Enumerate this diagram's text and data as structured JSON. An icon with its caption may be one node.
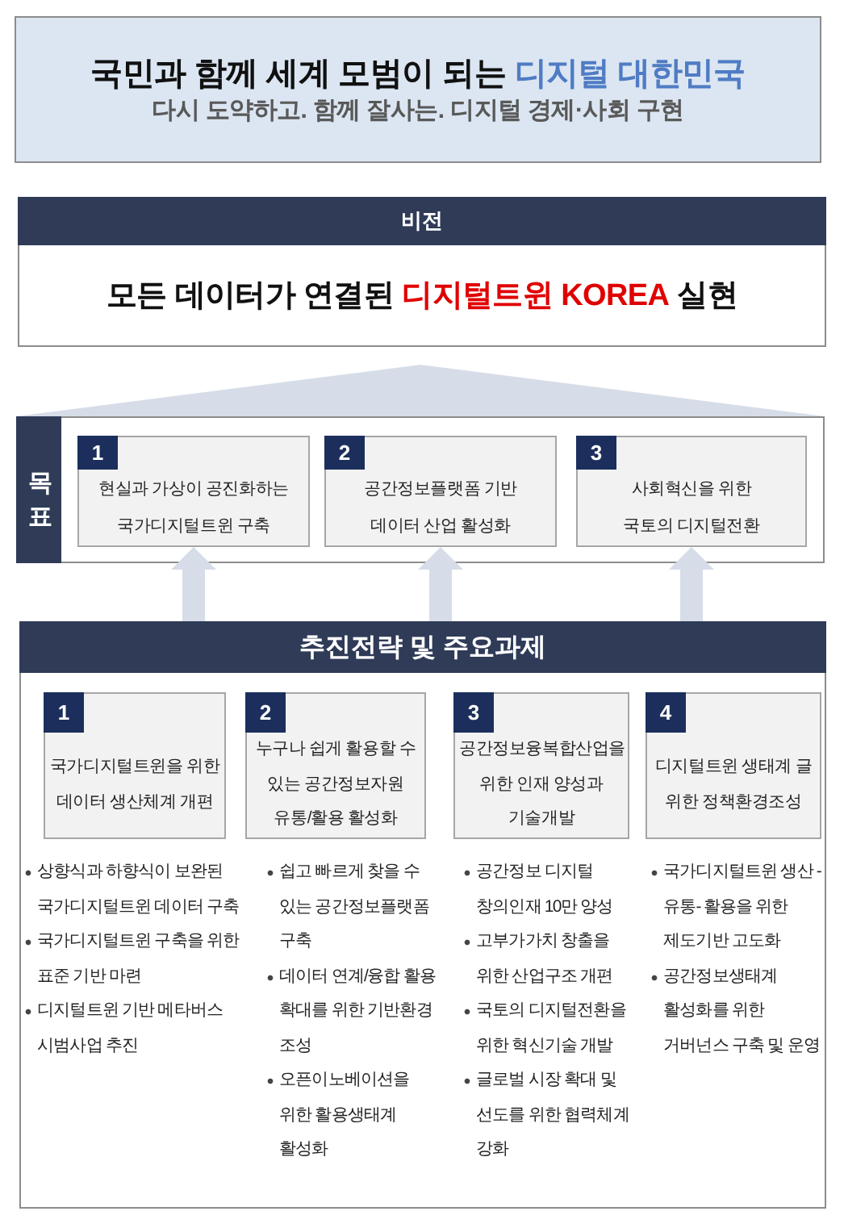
{
  "diagram": {
    "nodes": [
      {
        "text": [
          "국민과 함께 세계 모범이 되는 **디지털 대한민국**",
          "다시 도약하고. 함께 잘사는. 디지털 경제·사회 구현"
        ]
      },
      {
        "text": [
          "비전",
          "모든 데이터가 연결된 **디지털트윈 KOREA** 실현"
        ]
      },
      {
        "text": [
          "목표"
        ]
      },
      {
        "text": [
          "1",
          "현실과 가상이 공진화하는 국가디지털트윈 구축"
        ],
        "in": 2
      },
      {
        "text": [
          "2",
          "공간정보플랫폼 기반 데이터 산업 활성화"
        ],
        "in": 2
      },
      {
        "text": [
          "3",
          "사회혁신을 위한 국토의 디지털전환"
        ],
        "in": 2
      },
      {
        "text": [
          "추진전략 및 주요과제"
        ]
      },
      {
        "text": [
          "1",
          "국가디지털트윈을 위한 데이터 생산체계 개편"
        ],
        "in": 6,
        "beside": [
          "상향식과 하향식이 보완된 국가디지털트윈 데이터 구축",
          "국가디지털트윈 구축을 위한 표준 기반 마련",
          "디지털트윈 기반 메타버스 시범사업 추진"
        ]
      },
      {
        "text": [
          "2",
          "누구나 쉽게 활용할 수 있는 공간정보자원 유통/활용 활성화"
        ],
        "in": 6,
        "beside": [
          "쉽고 빠르게 찾을 수 있는 공간정보플랫폼 구축",
          "데이터 연계/융합 활용 확대를 위한 기반환경 조성",
          "오픈이노베이션을 위한 활용생태계 활성화"
        ]
      },
      {
        "text": [
          "3",
          "공간정보융복합산업을 위한 인재 양성과 기술개발"
        ],
        "in": 6,
        "beside": [
          "공간정보 디지털 창의인재 10만 양성",
          "고부가가치 창출을 위한 산업구조 개편",
          "국토의 디지털전환을 위한 혁신기술 개발",
          "글로벌 시장 확대 및 선도를 위한 협력체계 강화"
        ]
      },
      {
        "text": [
          "4",
          "디지털트윈 생태계 글 위한 정책환경조성"
        ],
        "in": 6,
        "beside": [
          "국가디지털트윈 생산 -유통- 활용을 위한 제도기반 고도화",
          "공간정보생태계 활성화를 위한 거버넌스 구축 및 운영"
        ]
      }
    ],
    "edges": [
      {
        "from": 6,
        "to": 3,
        "arrow": "to"
      },
      {
        "from": 6,
        "to": 4,
        "arrow": "to"
      },
      {
        "from": 6,
        "to": 5,
        "arrow": "to"
      }
    ]
  }
}
